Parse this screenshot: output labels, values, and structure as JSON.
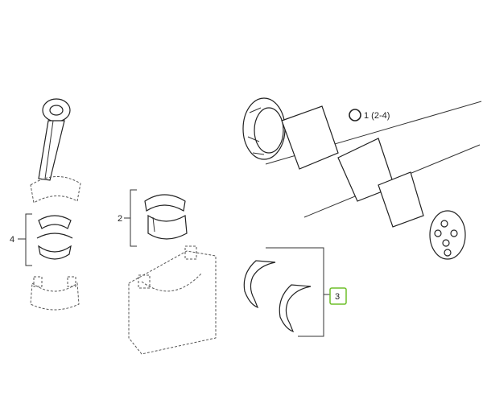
{
  "callouts": {
    "legend_note": "1 (2-4)",
    "item_2": "2",
    "item_3": "3",
    "item_4": "4"
  },
  "colors": {
    "highlight": "#6fbf2a",
    "ink": "#222222"
  },
  "highlighted_item": "3"
}
